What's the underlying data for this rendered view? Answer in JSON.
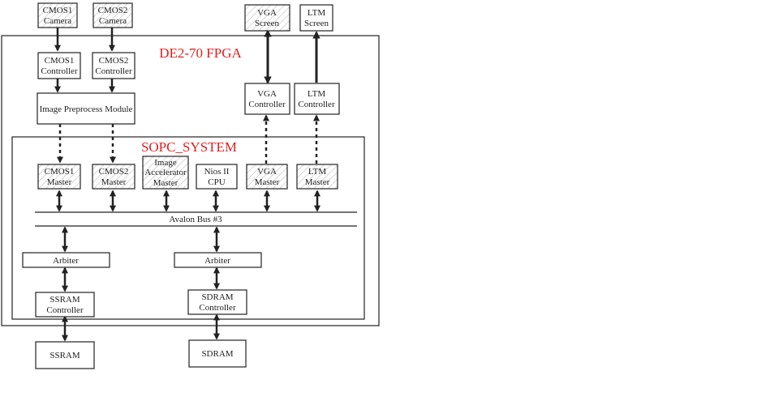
{
  "colors": {
    "title": "#e02020",
    "line": "#222222",
    "hatch": "#bbbbbb"
  },
  "fpga": {
    "title": "DE2-70 FPGA"
  },
  "sopc": {
    "title": "SOPC_SYSTEM"
  },
  "bus": {
    "label": "Avalon Bus #3"
  },
  "blocks": {
    "cmos1_camera": [
      "CMOS1",
      "Camera"
    ],
    "cmos2_camera": [
      "CMOS2",
      "Camera"
    ],
    "vga_screen": [
      "VGA",
      "Screen"
    ],
    "ltm_screen": [
      "LTM",
      "Screen"
    ],
    "cmos1_controller": [
      "CMOS1",
      "Controller"
    ],
    "cmos2_controller": [
      "CMOS2",
      "Controller"
    ],
    "image_preprocess": [
      "Image Preprocess Module"
    ],
    "vga_controller": [
      "VGA",
      "Controller"
    ],
    "ltm_controller": [
      "LTM",
      "Controller"
    ],
    "cmos1_master": [
      "CMOS1",
      "Master"
    ],
    "cmos2_master": [
      "CMOS2",
      "Master"
    ],
    "image_accel_master": [
      "Image",
      "Accelerator",
      "Master"
    ],
    "nios_cpu": [
      "Nios II",
      "CPU"
    ],
    "vga_master": [
      "VGA",
      "Master"
    ],
    "ltm_master": [
      "LTM",
      "Master"
    ],
    "arbiter_left": [
      "Arbiter"
    ],
    "arbiter_right": [
      "Arbiter"
    ],
    "ssram_controller": [
      "SSRAM",
      "Controller"
    ],
    "sdram_controller": [
      "SDRAM",
      "Controller"
    ],
    "ssram": [
      "SSRAM"
    ],
    "sdram": [
      "SDRAM"
    ]
  }
}
